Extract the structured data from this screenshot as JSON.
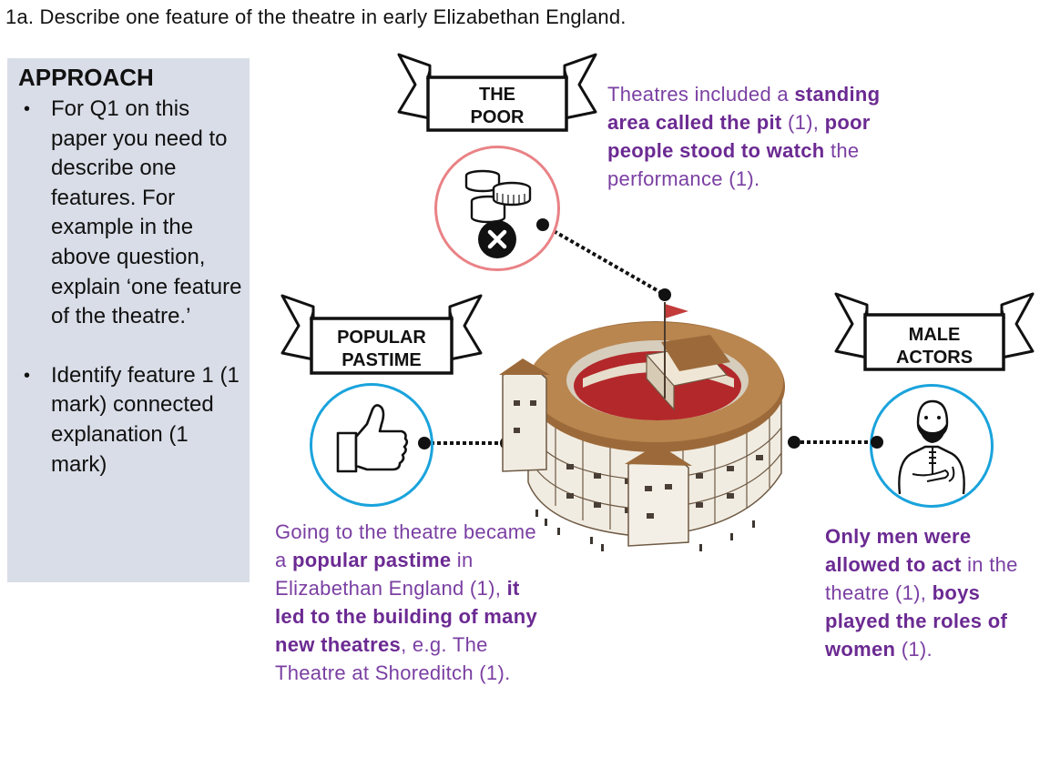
{
  "question": "1a. Describe one feature of the theatre in early Elizabethan England.",
  "approach": {
    "title": "APPROACH",
    "bullets": [
      "For Q1 on this paper you need to describe one features. For example in the above question, explain ‘one feature of the theatre.’",
      "Identify feature 1 (1 mark) connected explanation (1 mark)"
    ]
  },
  "features": {
    "poor": {
      "banner": "THE\nPOOR",
      "icon": "coins-with-cross-icon",
      "text": {
        "p1": "Theatres included a ",
        "b1": "standing area called the pit",
        "p2": " (1), ",
        "b2": "poor people stood to watch",
        "p3": " the performance (1)."
      }
    },
    "pastime": {
      "banner": "POPULAR\nPASTIME",
      "icon": "thumbs-up-icon",
      "text": {
        "p1": "Going to the theatre became a ",
        "b1": "popular pastime",
        "p2": " in Elizabethan England (1), ",
        "b2": "it led to the building of many new theatres",
        "p3": ", e.g. The Theatre at Shoreditch (1)."
      }
    },
    "actors": {
      "banner": "MALE\nACTORS",
      "icon": "bearded-man-icon",
      "text": {
        "b1": "Only men were allowed to act",
        "p1": " in the theatre (1), ",
        "b2": "boys played the roles of women",
        "p2": " (1)."
      }
    }
  },
  "colors": {
    "poor_ring": "#e98286",
    "blue_ring": "#1aa3dc",
    "purple_text": "#7a3fa2",
    "panel_bg": "#d9dde7"
  }
}
